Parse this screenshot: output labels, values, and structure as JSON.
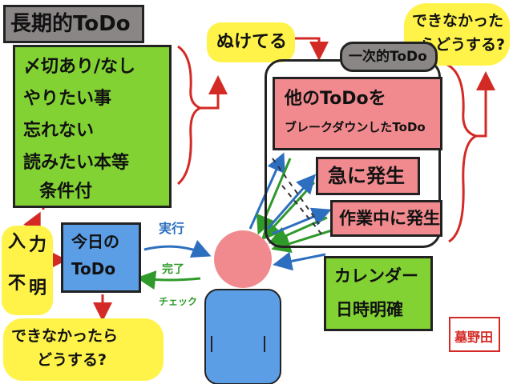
{
  "long_term": {
    "title": "長期的ToDo",
    "items": [
      "〆切あり/なし",
      "やりたい事",
      "忘れない",
      "読みたい本等",
      "条件付"
    ]
  },
  "nukete": "ぬけてる",
  "cant_do_top": [
    "できなかった",
    "らどうする?"
  ],
  "one_time_label": "一次的ToDo",
  "breakdown": [
    "他のToDoを",
    "ブレークダウンしたToDo"
  ],
  "sudden": "急に発生",
  "during_work": "作業中に発生",
  "input_bad": [
    "入",
    "力",
    "不",
    "明"
  ],
  "today": [
    "今日の",
    "ToDo"
  ],
  "execute": "実行",
  "done_check": [
    "完了",
    "チェック"
  ],
  "calendar": [
    "カレンダー",
    "日時明確"
  ],
  "cant_do_bottom": [
    "できなかったら",
    "どうする?"
  ],
  "seal": "墓野田",
  "colors": {
    "green": "#82d233",
    "pink": "#f08a8e",
    "blue": "#5b9ee6",
    "yellow": "#fff34a",
    "gray": "#8b8686",
    "red_arrow": "#d42a25",
    "blue_arrow": "#2d6fbf",
    "green_arrow": "#2f9a2a"
  }
}
